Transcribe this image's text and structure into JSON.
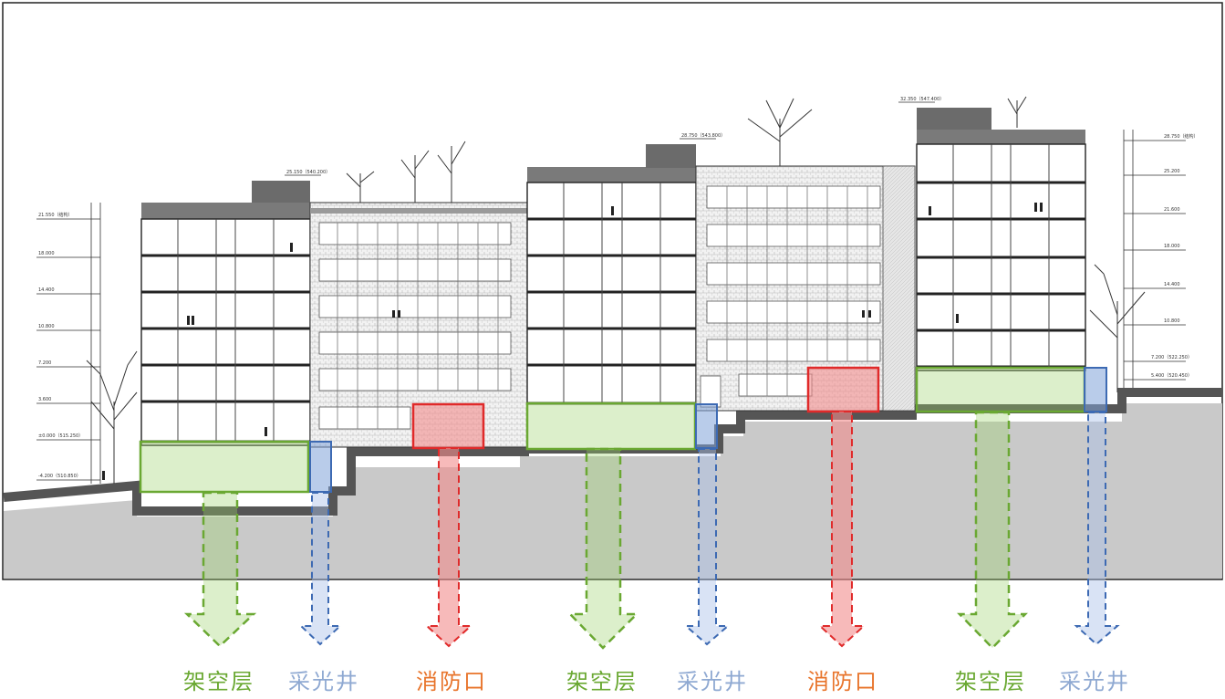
{
  "labels": {
    "piloti": "架空层",
    "lightwell": "采光井",
    "fire": "消防口"
  },
  "elevations": {
    "left": [
      "21.550（结构）",
      "18.000",
      "14.400",
      "10.800",
      "7.200",
      "3.600",
      "±0.000（515.250）",
      "-4.200（510.850）"
    ],
    "right": [
      "28.750（结构）",
      "25.200",
      "21.600",
      "18.000",
      "14.400",
      "10.800",
      "7.200（522.250）",
      "5.400（520.450）"
    ],
    "top_marks": [
      "25.150（540.200）",
      "28.750（543.800）",
      "32.350（547.400）"
    ]
  },
  "colors": {
    "piloti": "#6aa832",
    "lightwell": "#5b84c4",
    "fire": "#e02a2a",
    "fire_text": "#e8742b",
    "ground": "#c8c8c8",
    "slab": "#5a5a5a"
  }
}
